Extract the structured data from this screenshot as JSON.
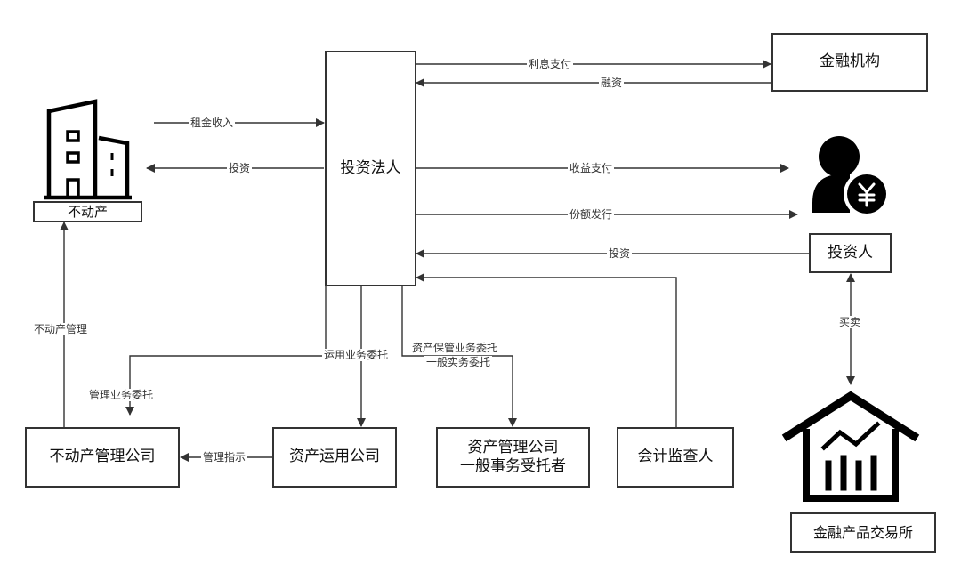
{
  "nodes": {
    "investment_corp": "投资法人",
    "financial_institution": "金融机构",
    "real_estate": "不动产",
    "investor": "投资人",
    "re_management_company": "不动产管理公司",
    "asset_operating_company": "资产运用公司",
    "asset_management_company": [
      "资产管理公司",
      "一般事务受托者"
    ],
    "auditor": "会计监查人",
    "exchange": "金融产品交易所"
  },
  "edges": {
    "interest_payment": "利息支付",
    "financing": "融资",
    "rent_income": "租金收入",
    "invest_to_real_estate": "投资",
    "profit_payment": "收益支付",
    "unit_issuance": "份额发行",
    "investor_investment": "投资",
    "buy_sell": "买卖",
    "re_management": "不动产管理",
    "operation_entrustment": "运用业务委托",
    "custody_entrustment": [
      "资产保管业务委托",
      "一般实务委托"
    ],
    "management_entrustment": "管理业务委托",
    "management_instruction": "管理指示"
  },
  "icons": [
    "building-icon",
    "investor-yuan-icon",
    "exchange-house-chart-icon"
  ],
  "colors": {
    "line": "#333333",
    "icon": "#000000",
    "background": "#ffffff"
  }
}
